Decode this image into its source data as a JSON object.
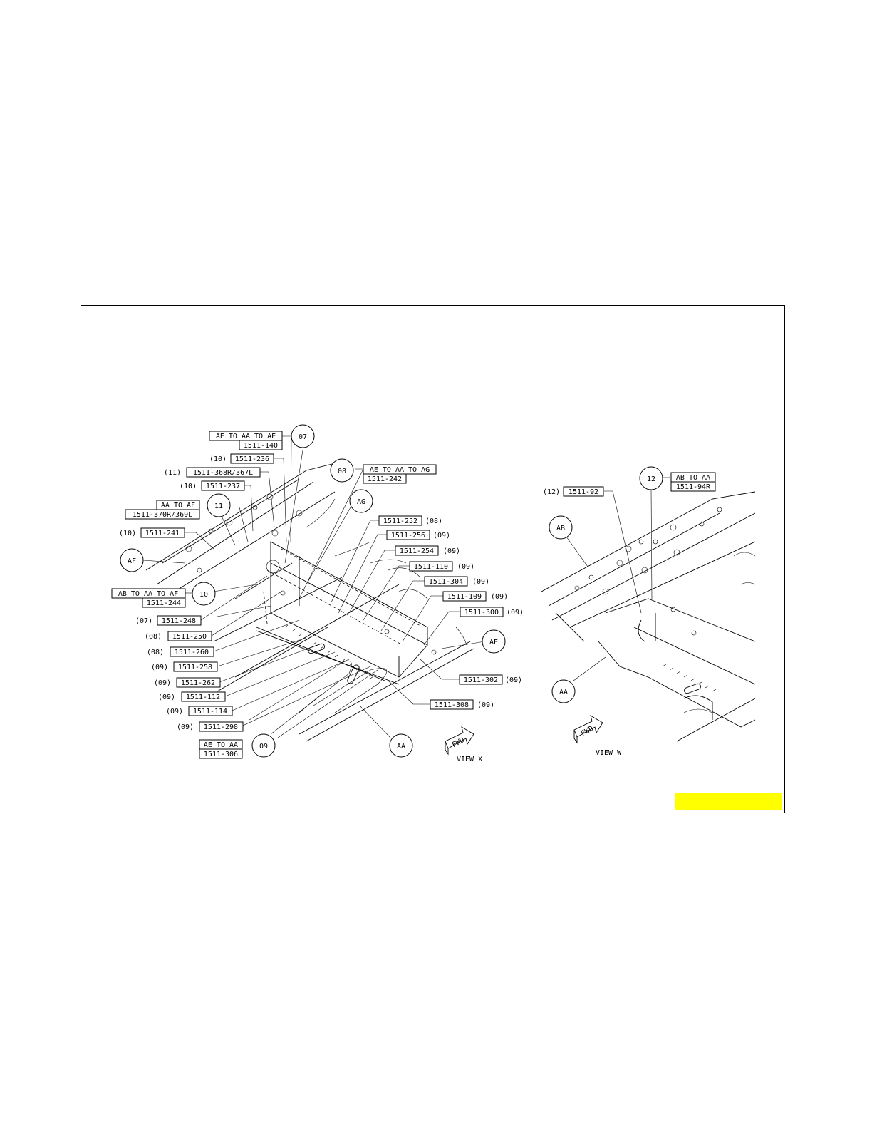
{
  "colors": {
    "highlight": "#ffff00",
    "footer_rule": "#0000ff",
    "ink": "#000000"
  },
  "view_x": {
    "title": "VIEW X",
    "fwd_label": "FWD",
    "circles": {
      "c07": "07",
      "c08": "08",
      "c11": "11",
      "c10": "10",
      "c09": "09",
      "ag": "AG",
      "af": "AF",
      "ae": "AE",
      "aa": "AA"
    },
    "callouts": {
      "c07_joint": "AE TO AA TO AE",
      "c07_part": "1511-140",
      "c08_joint": "AE TO AA TO AG",
      "c08_part": "1511-242",
      "c11_joint": "AA TO AF",
      "c11_part": "1511-370R/369L",
      "c10_joint": "AB TO AA TO AF",
      "c10_part": "1511-244",
      "c09_joint": "AE TO AA",
      "c09_part": "1511-306"
    },
    "parts": {
      "p236": "1511-236",
      "p236_seq": "(10)",
      "p368": "1511-368R/367L",
      "p368_seq": "(11)",
      "p237": "1511-237",
      "p237_seq": "(10)",
      "p241": "1511-241",
      "p241_seq": "(10)",
      "p248": "1511-248",
      "p248_seq": "(07)",
      "p250": "1511-250",
      "p250_seq": "(08)",
      "p260": "1511-260",
      "p260_seq": "(08)",
      "p258": "1511-258",
      "p258_seq": "(09)",
      "p262": "1511-262",
      "p262_seq": "(09)",
      "p112": "1511-112",
      "p112_seq": "(09)",
      "p114": "1511-114",
      "p114_seq": "(09)",
      "p298": "1511-298",
      "p298_seq": "(09)",
      "p252": "1511-252",
      "p252_seq": "(08)",
      "p256": "1511-256",
      "p256_seq": "(09)",
      "p254": "1511-254",
      "p254_seq": "(09)",
      "p110": "1511-110",
      "p110_seq": "(09)",
      "p304": "1511-304",
      "p304_seq": "(09)",
      "p109": "1511-109",
      "p109_seq": "(09)",
      "p300": "1511-300",
      "p300_seq": "(09)",
      "p302": "1511-302",
      "p302_seq": "(09)",
      "p308": "1511-308",
      "p308_seq": "(09)"
    }
  },
  "view_w": {
    "title": "VIEW W",
    "fwd_label": "FWD",
    "circles": {
      "c12": "12",
      "ab": "AB",
      "aa": "AA"
    },
    "callouts": {
      "c12_joint": "AB TO AA",
      "c12_part": "1511-94R"
    },
    "parts": {
      "p92": "1511-92",
      "p92_seq": "(12)"
    }
  }
}
